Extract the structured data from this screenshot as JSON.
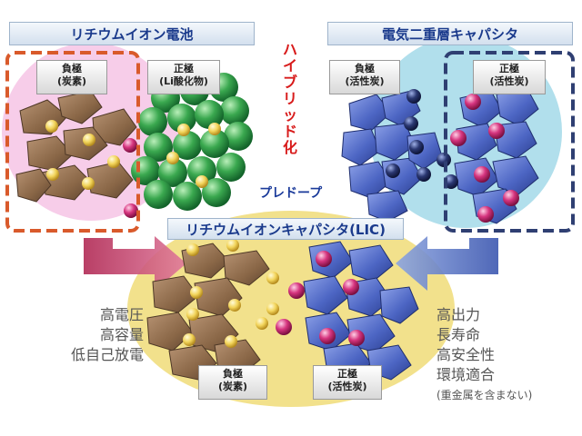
{
  "headers": {
    "lithium_ion_battery": "リチウムイオン電池",
    "edlc": "電気二重層キャパシタ",
    "lic": "リチウムイオンキャパシタ(LIC)"
  },
  "labels": {
    "lib_negative": [
      "負極",
      "(炭素)"
    ],
    "lib_positive": [
      "正極",
      "(Li酸化物)"
    ],
    "edlc_negative": [
      "負極",
      "(活性炭)"
    ],
    "edlc_positive": [
      "正極",
      "(活性炭)"
    ],
    "lic_negative": [
      "負極",
      "(炭素)"
    ],
    "lic_positive": [
      "正極",
      "(活性炭)"
    ]
  },
  "hybrid_text": "ハイブリッド化",
  "predope_text": "プレドープ",
  "features_left": [
    "高電圧",
    "高容量",
    "低自己放電"
  ],
  "features_right": [
    "高出力",
    "長寿命",
    "高安全性",
    "環境適合"
  ],
  "features_right_note": "(重金属を含まない)",
  "colors": {
    "header_text": "#1a3a8c",
    "hybrid_red": "#d81b1b",
    "carbon_brown": "#8b6a4f",
    "lithium_yellow": "#f0d35a",
    "oxide_green": "#2e9b46",
    "activated_carbon_blue": "#4d67c4",
    "anion_pink": "#d2337a",
    "anion_navy": "#1f2b5a",
    "lib_circle": "#f5c6e5",
    "edlc_circle": "#a8dde9",
    "lic_circle": "#f2e08a",
    "dashed_red": "#d95a2b",
    "dashed_navy": "#2f3f72"
  }
}
